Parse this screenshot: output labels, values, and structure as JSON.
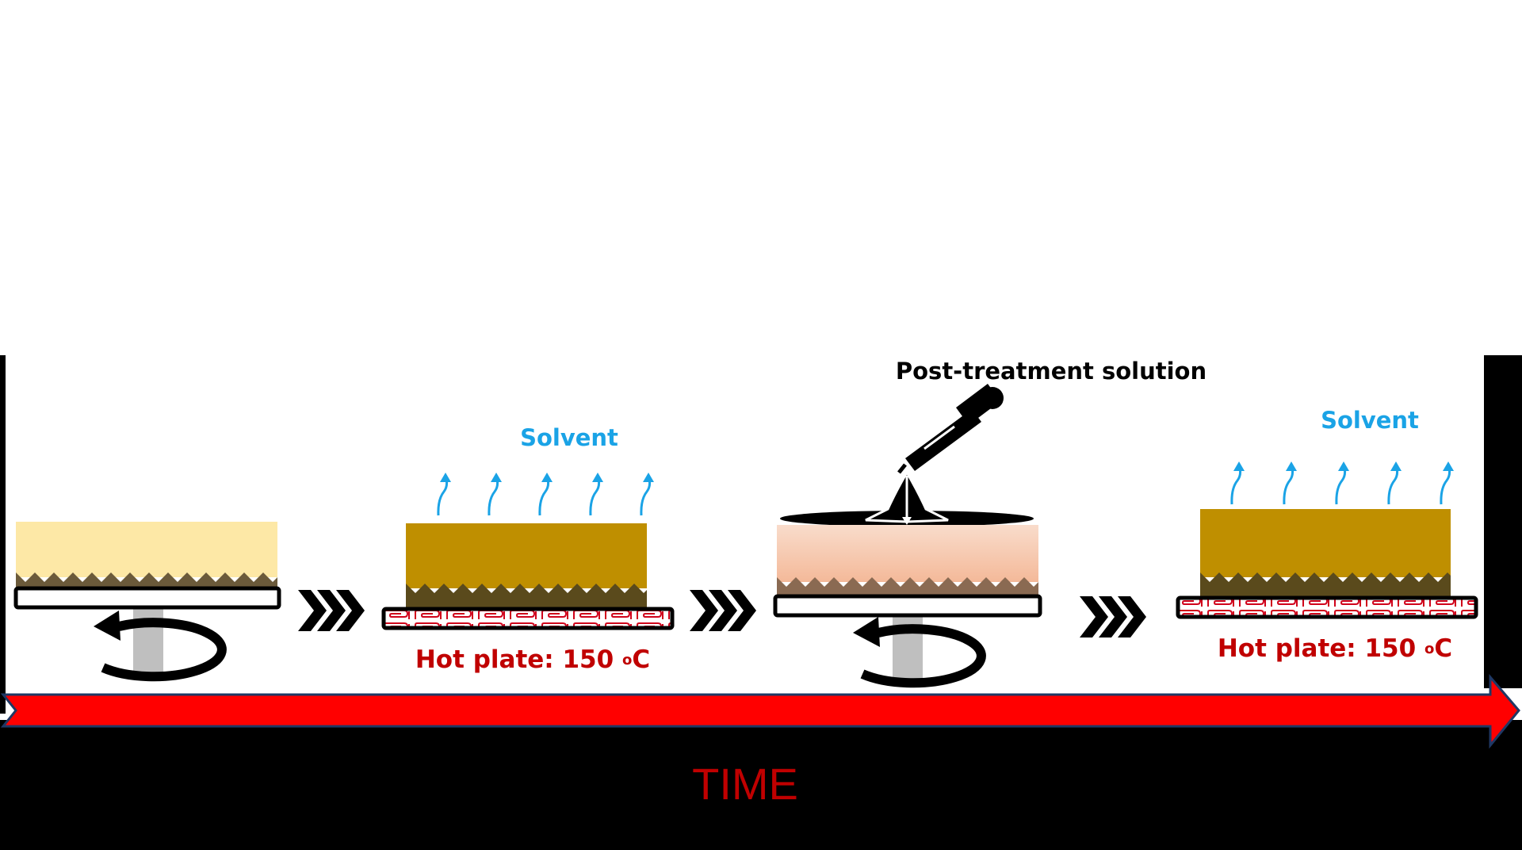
{
  "labels": {
    "solvent_1": "Solvent",
    "hot_plate_1_main": "Hot plate: 150 ",
    "hot_plate_1_deg": "o",
    "hot_plate_1_unit": "C",
    "post_treatment": "Post-treatment solution",
    "solvent_2": "Solvent",
    "hot_plate_2_main": "Hot plate: 150 ",
    "hot_plate_2_deg": "o",
    "hot_plate_2_unit": "C",
    "time_axis": "TIME"
  },
  "colors": {
    "background": "#ffffff",
    "dark_band": "#000000",
    "time_arrow": "#ff0000",
    "time_arrow_edge": "#1f3864",
    "time_text": "#c00000",
    "solvent_text": "#1aa3e6",
    "vapor_arrow": "#1aa3e6",
    "hot_plate_text": "#c00000",
    "heater_coil": "#d0021b",
    "wet_film": "#fde8a6",
    "dried_film": "#bf8f00",
    "treated_film_top": "#f4b999",
    "treated_film_bottom": "#f9dccb",
    "substrate_layer": "#6b5a3a",
    "dark_substrate_layer": "#5a4a1c",
    "spin_shaft": "#bfbfbf"
  }
}
